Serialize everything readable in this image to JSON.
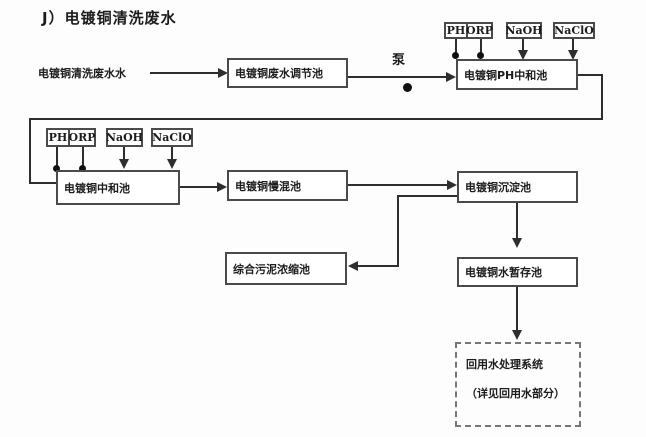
{
  "title": "J）电镀铜清洗废水",
  "flow": {
    "source_label": "电镀铜清洗废水水",
    "pump_label": "泵"
  },
  "dosing": {
    "ph": "PH",
    "orp": "ORP",
    "naoh": "NaOH",
    "naclo": "NaClO"
  },
  "nodes": {
    "regulating_tank": "电镀铜废水调节池",
    "ph_neutralization_tank": "电镀铜PH中和池",
    "neutralization_tank": "电镀铜中和池",
    "slow_mixing_tank": "电镀铜慢混池",
    "sedimentation_tank": "电镀铜沉淀池",
    "sludge_thickening_tank": "综合污泥浓缩池",
    "water_storage_tank": "电镀铜水暂存池",
    "reuse_system_line1": "回用水处理系统",
    "reuse_system_line2": "（详见回用水部分）"
  },
  "colors": {
    "line": "#2e2e2e",
    "box_border": "#4a4a4a",
    "text": "#1c1c1c",
    "background": "#fdfdfd"
  }
}
